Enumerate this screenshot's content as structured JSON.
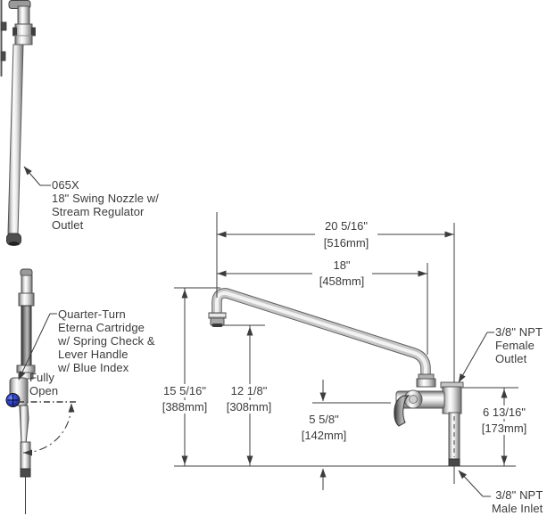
{
  "labels": {
    "nozzle": "065X\n18\" Swing Nozzle w/\nStream Regulator\nOutlet",
    "cartridge": "Quarter-Turn\nEterna Cartridge\nw/ Spring Check &\nLever Handle\nw/ Blue Index",
    "fully_open": "Fully\nOpen",
    "female_outlet": "3/8\" NPT\nFemale\nOutlet",
    "male_inlet": "3/8\" NPT\nMale Inlet"
  },
  "dimensions": {
    "overall_reach": {
      "in": "20 5/16\"",
      "mm": "[516mm]"
    },
    "nozzle_length": {
      "in": "18\"",
      "mm": "[458mm]"
    },
    "overall_height": {
      "in": "15 5/16\"",
      "mm": "[388mm]"
    },
    "outlet_height": {
      "in": "12 1/8\"",
      "mm": "[308mm]"
    },
    "handle_height": {
      "in": "5 5/8\"",
      "mm": "[142mm]"
    },
    "outlet_to_inlet": {
      "in": "6 13/16\"",
      "mm": "[173mm]"
    }
  },
  "colors": {
    "line": "#3c3c3c",
    "blue_index": "#2b3fd0",
    "metal_light": "#f5f5f5",
    "metal_dark": "#6e6e6e"
  }
}
